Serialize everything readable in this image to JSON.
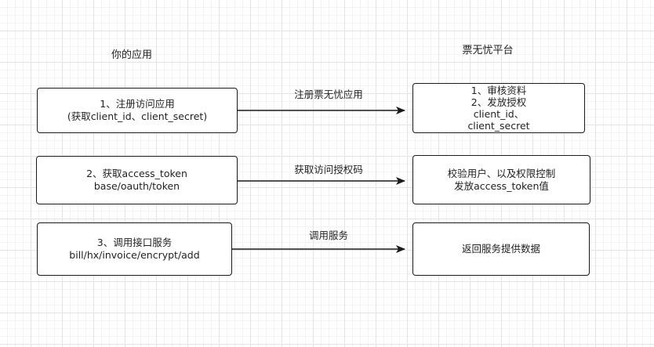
{
  "headings": {
    "left": "你的应用",
    "right": "票无忧平台"
  },
  "left_boxes": {
    "register": [
      "1、注册访问应用",
      "(获取client_id、client_secret)"
    ],
    "get_token": [
      "2、获取access_token",
      "base/oauth/token"
    ],
    "call_service": [
      "3、调用接口服务",
      "bill/hx/invoice/encrypt/add"
    ]
  },
  "right_boxes": {
    "review": [
      "1、审核资料",
      "2、发放授权",
      "client_id、",
      "client_secret"
    ],
    "verify": [
      "校验用户、以及权限控制",
      "发放access_token值"
    ],
    "return_data": [
      "返回服务提供数据"
    ]
  },
  "arrows": {
    "register": "注册票无忧应用",
    "get_auth": "获取访问授权码",
    "call": "调用服务"
  },
  "colors": {
    "stroke": "#1a1a1a",
    "grid": "#e4e4e4",
    "background": "#ffffff"
  }
}
